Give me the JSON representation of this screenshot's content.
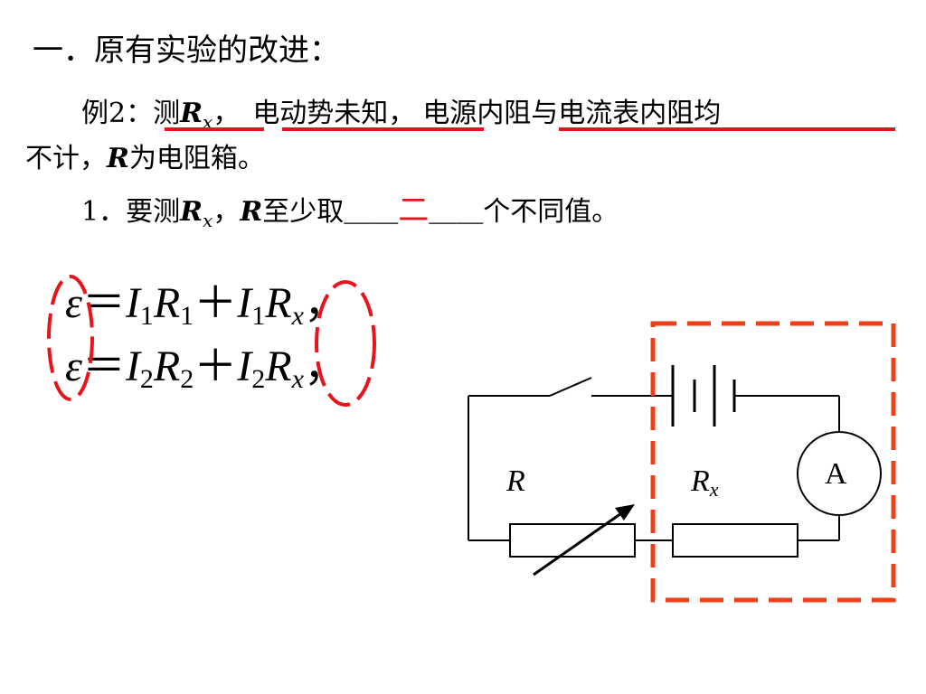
{
  "heading": "一．原有实验的改进：",
  "example": {
    "prefix": "例2：",
    "measure": "测",
    "rx_letter": "R",
    "rx_sub": "x",
    "comma1": "，",
    "emf_unknown": "电动势未知，",
    "source_prefix": "电源",
    "resistance_note": "内阻与电流表内阻均",
    "line2_prefix": "不计，",
    "r_letter": "R",
    "line2_suffix": "为电阻箱。"
  },
  "question": {
    "number": "1．要测",
    "rx_letter": "R",
    "rx_sub": "x",
    "comma": "，",
    "r_letter": "R",
    "text_mid": "至少取",
    "blank_left": "＿＿",
    "answer": "二",
    "blank_right": "＿＿",
    "text_end": "个不同值。"
  },
  "equations": [
    {
      "emf": "ε",
      "eq": "＝",
      "i": "I",
      "i_sub": "1",
      "r": "R",
      "r_sub": "1",
      "plus": "＋",
      "i2": "I",
      "i2_sub": "1",
      "rx": "R",
      "rx_sub": "x",
      "end": "，"
    },
    {
      "emf": "ε",
      "eq": "＝",
      "i": "I",
      "i_sub": "2",
      "r": "R",
      "r_sub": "2",
      "plus": "＋",
      "i2": "I",
      "i2_sub": "2",
      "rx": "R",
      "rx_sub": "x",
      "end": "，"
    }
  ],
  "circuit": {
    "resistor_r_label": "R",
    "resistor_rx_letter": "R",
    "resistor_rx_sub": "x",
    "ammeter_label": "A"
  },
  "colors": {
    "highlight": "#e8141c",
    "dashed_box": "#f0401a"
  }
}
